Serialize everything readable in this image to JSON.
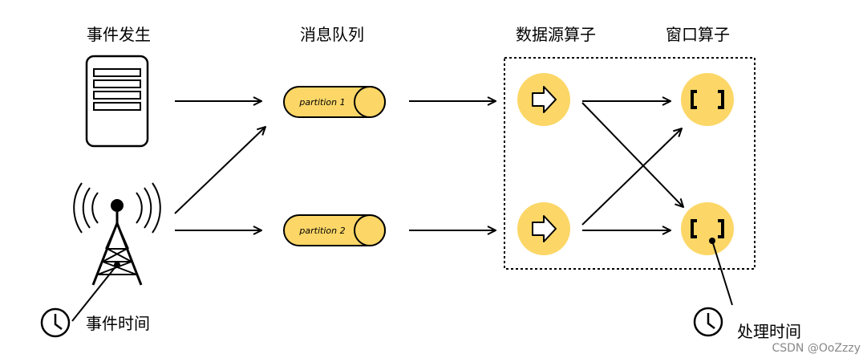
{
  "titles": {
    "event_generation": "事件发生",
    "message_queue": "消息队列",
    "source_operator": "数据源算子",
    "window_operator": "窗口算子"
  },
  "labels": {
    "event_time": "事件时间",
    "processing_time": "处理时间"
  },
  "partitions": [
    "partition 1",
    "partition 2"
  ],
  "watermark": "CSDN @OoZzzy",
  "colors": {
    "node_fill": "#FCD767",
    "stroke": "#000000",
    "background": "#FFFFFF"
  }
}
